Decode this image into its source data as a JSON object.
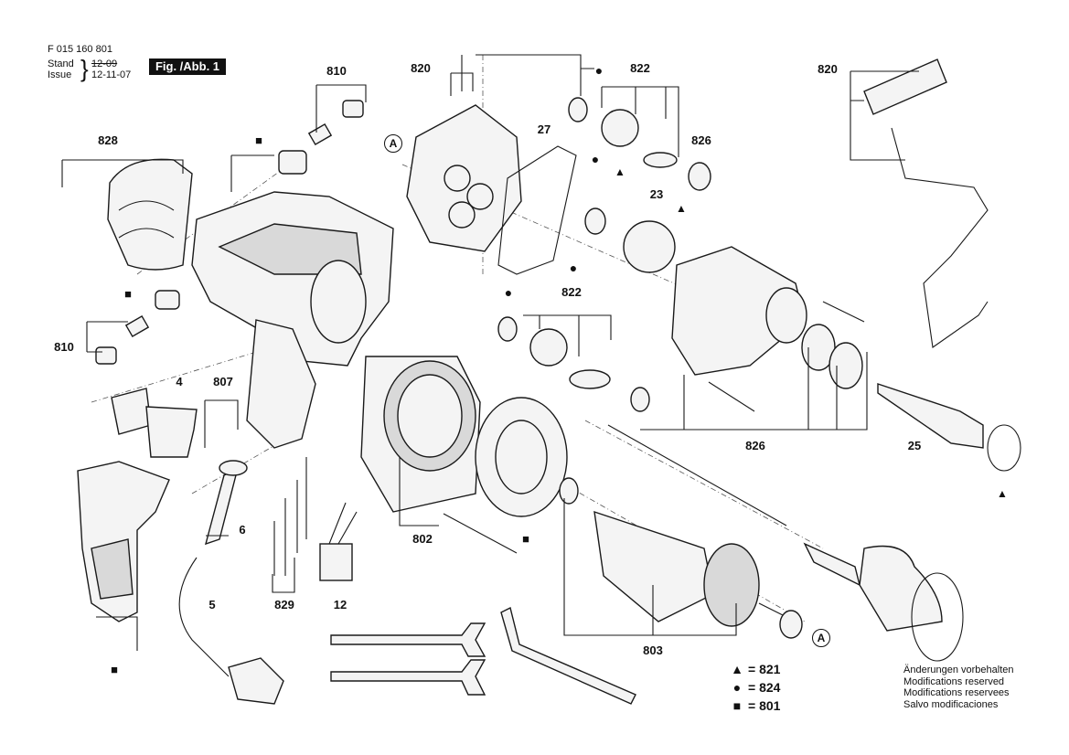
{
  "header": {
    "doc_number": "F 015 160 801",
    "stand_label": "Stand",
    "stand_old": "12-09",
    "issue_label": "Issue",
    "issue_date": "12-11-07",
    "figure_label": "Fig. /Abb. 1"
  },
  "callouts": {
    "c810a": "810",
    "c820a": "820",
    "c822a": "822",
    "c820b": "820",
    "c828": "828",
    "c27": "27",
    "c826a": "826",
    "c23": "23",
    "c822b": "822",
    "c810b": "810",
    "c4": "4",
    "c807": "807",
    "c826b": "826",
    "c25": "25",
    "c6": "6",
    "c802": "802",
    "c829": "829",
    "c12": "12",
    "c5": "5",
    "c803": "803",
    "cA1": "A",
    "cA2": "A"
  },
  "legend": [
    {
      "symbol": "▲",
      "text": "= 821"
    },
    {
      "symbol": "●",
      "text": "= 824"
    },
    {
      "symbol": "■",
      "text": "= 801"
    }
  ],
  "notes": [
    "Änderungen vorbehalten",
    "Modifications reserved",
    "Modifications reservees",
    "Salvo modificaciones"
  ]
}
